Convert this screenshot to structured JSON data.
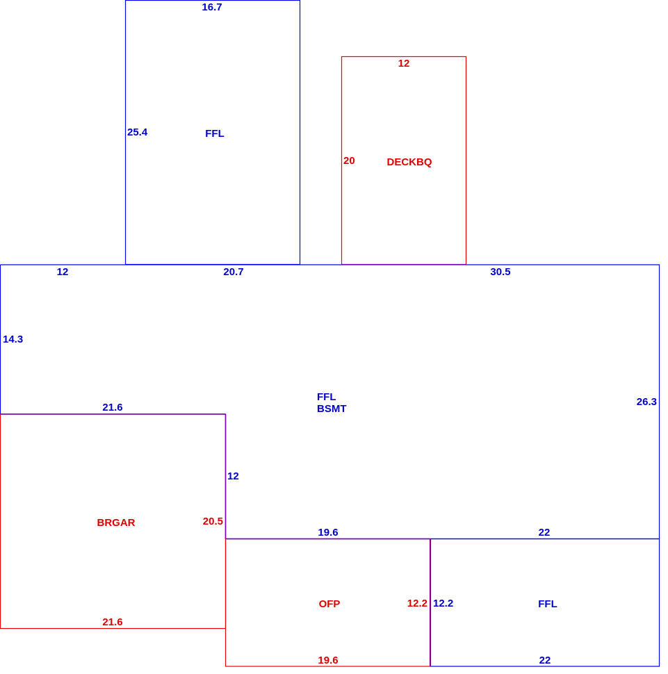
{
  "colors": {
    "blue": "#0000cc",
    "red": "#dd0000",
    "shared_edge": "#7700bb"
  },
  "areas": {
    "upper_ffl": {
      "label": "FFL",
      "top": "16.7",
      "side": "25.4"
    },
    "deckbq": {
      "label": "DECKBQ",
      "top": "12",
      "side": "20"
    },
    "main": {
      "label_line1": "FFL",
      "label_line2": "BSMT",
      "top_left": "12",
      "top_middle": "20.7",
      "top_right": "30.5",
      "left_side": "14.3",
      "right_side": "26.3",
      "inner_top": "21.6",
      "inner_side": "12",
      "bottom_middle": "19.6",
      "bottom_right": "22"
    },
    "brgar": {
      "label": "BRGAR",
      "side": "20.5",
      "bottom": "21.6"
    },
    "ofp": {
      "label": "OFP",
      "side": "12.2",
      "bottom": "19.6"
    },
    "lower_ffl": {
      "label": "FFL",
      "side": "12.2",
      "bottom": "22"
    }
  }
}
